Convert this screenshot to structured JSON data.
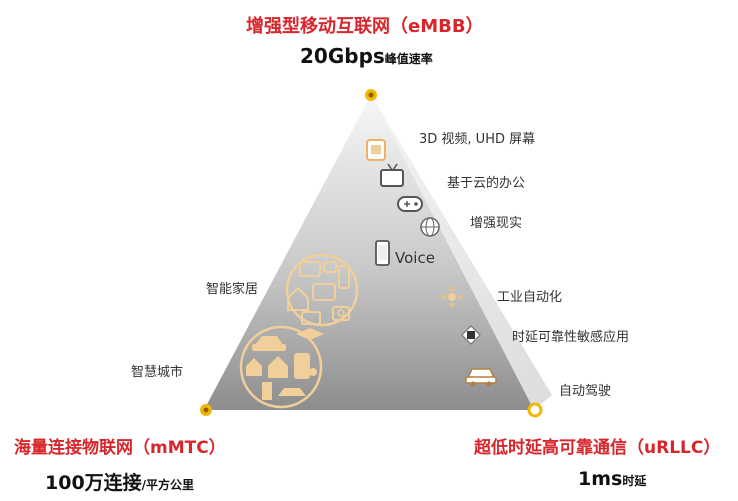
{
  "top": {
    "title": "增强型移动互联网（eMBB）",
    "metric": "20Gbps",
    "metric_unit": "峰值速率"
  },
  "bottom_left": {
    "title": "海量连接物联网（mMTC）",
    "metric": "100万连接",
    "metric_unit": "/平方公里"
  },
  "bottom_right": {
    "title": "超低时延高可靠通信（uRLLC）",
    "metric": "1ms",
    "metric_unit": "时延"
  },
  "embb_uses": [
    "3D 视频, UHD 屏幕",
    "基于云的办公",
    "增强现实"
  ],
  "voice_label": "Voice",
  "mmtc_uses": [
    "智能家居",
    "智慧城市"
  ],
  "urllc_uses": [
    "工业自动化",
    "时延可靠性敏感应用",
    "自动驾驶"
  ],
  "colors": {
    "title_red": "#d7262c",
    "vertex_gold": "#f2b705",
    "icon_tan": "#f0cf9a",
    "triangle_light": "#f0f0f0",
    "triangle_dark": "#8a8a8a"
  },
  "icons": [
    "screen-icon",
    "tv-icon",
    "gamepad-icon",
    "globe-icon",
    "phone-icon",
    "drone-icon",
    "chip-icon",
    "car-icon",
    "home-devices-icon",
    "city-icon"
  ]
}
